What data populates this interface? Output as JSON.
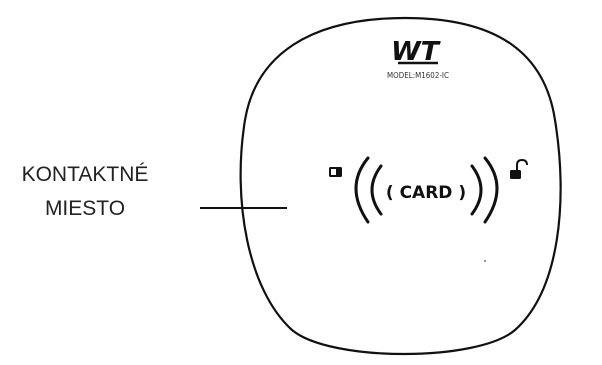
{
  "device": {
    "brand": "WT",
    "model": "MODEL:M1602-IC",
    "card_label": "( CARD )",
    "left_icon": "card-icon",
    "right_icon": "unlock-icon"
  },
  "callout": {
    "line1": "KONTAKTNÉ",
    "line2": "MIESTO"
  },
  "colors": {
    "outline": "#111111",
    "text": "#222222"
  }
}
